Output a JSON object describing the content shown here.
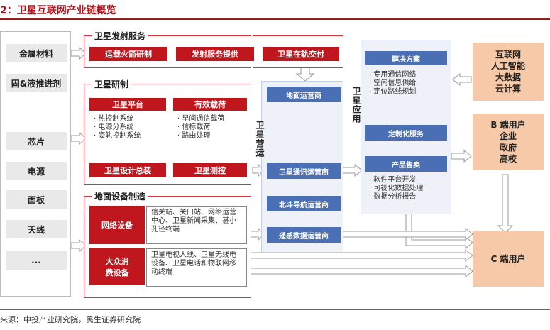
{
  "title": "2：卫星互联网产业链概览",
  "source": "来源：中投产业研究院，民生证券研究院",
  "materials": [
    "金属材料",
    "固&液推进剂",
    "芯片",
    "电源",
    "面板",
    "天线",
    "..."
  ],
  "launch": {
    "label": "卫星发射服务",
    "items": [
      "运载火箭研制",
      "发射服务提供",
      "卫星在轨交付"
    ]
  },
  "development": {
    "label": "卫星研制",
    "platform": {
      "title": "卫星平台",
      "items": [
        "热控制系统",
        "电源分系统",
        "姿轨控制系统"
      ]
    },
    "payload": {
      "title": "有效载荷",
      "items": [
        "早间通信载荷",
        "信标载荷",
        "路由处理"
      ]
    },
    "assembly": "卫星设计总装",
    "control": "卫星测控"
  },
  "ground": {
    "label": "地面设备制造",
    "network": {
      "title": "网络设备",
      "desc": "信关站、关口站、网络运营中心、卫星新闻采集、甚小孔径终端"
    },
    "consumer": {
      "title": "大众消费设备",
      "desc": "卫星电视人线、卫星无线电设备、卫星电话和物联网移动终端"
    }
  },
  "operation": {
    "label": "卫星营运",
    "items": [
      "地面运营商",
      "卫星通讯运营商",
      "北斗导航运营商",
      "遥感数据运营商"
    ]
  },
  "application": {
    "label": "卫星应用",
    "solution": {
      "title": "解决方案",
      "items": [
        "专用通信网络",
        "空间信息供给",
        "定位路线规划"
      ]
    },
    "custom": "定制化服务",
    "sales": {
      "title": "产品售卖",
      "items": [
        "软件平台开发",
        "可视化数据处理",
        "数据分析报告"
      ]
    }
  },
  "users": {
    "top": [
      "互联网",
      "人工智能",
      "大数据",
      "云计算"
    ],
    "b": [
      "B 端用户",
      "企业",
      "政府",
      "高校"
    ],
    "c": "C 端用户"
  },
  "colors": {
    "red": "#c0161d",
    "blue": "#4a6fb5",
    "orange": "#f6c9a8",
    "gray": "#e9e9e9"
  }
}
